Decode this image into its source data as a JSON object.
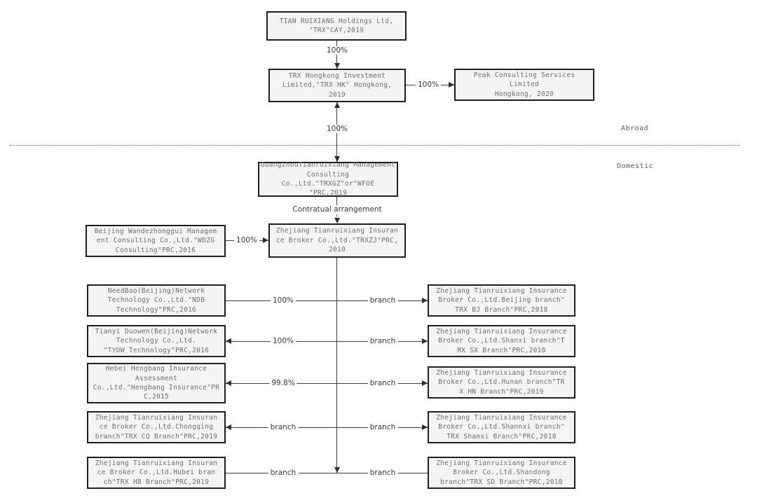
{
  "diagram_type": "corporate-structure-flowchart",
  "regions": {
    "abroad": "Abroad",
    "domestic": "Domestic"
  },
  "colors": {
    "box_background": "#f4f4f4",
    "box_border": "#1f1f1f",
    "box_text": "#6e6e6e",
    "line": "#3f3f3f",
    "label_text": "#3a3a3a",
    "page_background": "#ffffff"
  },
  "nodes": {
    "holdings": {
      "text": "TIAN RUIXIANG Holdings Ltd,\n\"TRX\"CAY,2019"
    },
    "trx_hk": {
      "text": "TRX Hongkong Investment\nLimited,\"TRX HK\" Hongkong,\n2019"
    },
    "peak": {
      "text": "Peak Consulting Services\nLimited\nHongkong, 2020"
    },
    "wfoe": {
      "text": "GuangzhouTianruixiang Management\nConsulting Co.,Ltd.\"TRXGZ\"or\"WFOE\n\"PRC,2019"
    },
    "wdzg": {
      "text": "Beijing Wandezhonggui Managem\nent Consulting Co.,Ltd.\"WDZG\nConsulting\"PRC,2016"
    },
    "trxzj": {
      "text": "Zhejiang Tianruixiang Insuran\nce Broker Co.,Ltd.\"TRXZJ\"PRC,\n2010"
    },
    "ndb": {
      "text": "NeedBao(Beijing)Network\nTechnology Co.,Ltd.\"NDB\nTechnology\"PRC,2016"
    },
    "tydw": {
      "text": "Tianyi Duowen(Beijing)Network\nTechnology Co.,Ltd.\n\"TYDW Technology\"PRC,2016"
    },
    "hengbang": {
      "text": "Hebei Hengbang Insurance\nAssessment\nCo.,Ltd.\"Hengbang Insurance\"PR\nC,2015"
    },
    "trx_cq": {
      "text": "Zhejiang Tianruixiang Insuran\nce Broker Co.,Ltd.Chongqing\nbranch\"TRX CQ Branch\"PRC,2019"
    },
    "trx_hb": {
      "text": "Zhejiang Tianruixiang Insuran\nce Broker Co.,Ltd.Hubei bran\nch\"TRX HB Branch\"PRC,2019"
    },
    "trx_bj": {
      "text": "Zhejiang Tianruixiang Insurance\nBroker Co.,Ltd.Beijing branch\"\nTRX BJ Branch\"PRC,2018"
    },
    "trx_sx": {
      "text": "Zhejiang Tianruixiang Insurance\nBroker Co.,Ltd.Shanxi branch\"T\nRX SX Branch\"PRC,2018"
    },
    "trx_hn": {
      "text": "Zhejiang Tianruixiang Insurance\nBroker Co.,Ltd.Hunan branch\"TR\nX HN Branch\"PRC,2019"
    },
    "trx_shanxi": {
      "text": "Zhejiang Tianruixiang Insurance\nBroker Co.,Ltd.Shannxi branch\"\nTRX Shanxi Branch\"PRC,2018"
    },
    "trx_sd": {
      "text": "Zhejiang Tianruixiang Insurance\nBroker Co.,Ltd.Shandong\nbranch\"TRX SD Branch\"PRC,2018"
    }
  },
  "edges": {
    "holdings_to_hk": "100%",
    "hk_to_peak": "100%",
    "hk_to_wfoe": "100%",
    "wfoe_to_trxzj": "Contratual arrangement",
    "wdzg_to_trxzj": "100%",
    "rows": [
      {
        "left": "100%",
        "right": "branch"
      },
      {
        "left": "100%",
        "right": "branch"
      },
      {
        "left": "99.8%",
        "right": "branch"
      },
      {
        "left": "branch",
        "right": "branch"
      },
      {
        "left": "branch",
        "right": "branch"
      }
    ]
  }
}
